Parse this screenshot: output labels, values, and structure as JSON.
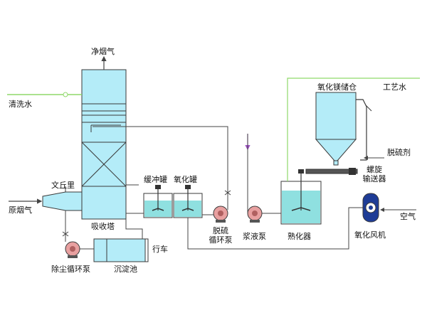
{
  "labels": {
    "clean_flue_gas": "净烟气",
    "wash_water": "清洗水",
    "venturi": "文丘里",
    "raw_flue_gas": "原烟气",
    "absorber_tower": "吸收塔",
    "buffer_tank": "缓冲罐",
    "oxidation_tank": "氧化罐",
    "desulfurization_pump_line1": "脱硫",
    "desulfurization_pump_line2": "循环泵",
    "slurry_pump": "浆液泵",
    "curing_tank": "熟化器",
    "mgo_silo": "氧化镁储仓",
    "process_water": "工艺水",
    "desulfurizer": "脱硫剂",
    "screw_conveyor_line1": "螺旋",
    "screw_conveyor_line2": "输送器",
    "air": "空气",
    "oxidation_fan": "氧化风机",
    "dust_pump": "除尘循环泵",
    "settling_tank": "沉淀池",
    "crane": "行车"
  },
  "colors": {
    "equipment_fill": "#b4ecf8",
    "equipment_stroke": "#3a3a3a",
    "liquid": "#8fe0e0",
    "pipe": "#444444",
    "water_pipe": "#8fd96a",
    "reagent_pipe": "#a050c8",
    "fan_body": "#1e3c96"
  }
}
